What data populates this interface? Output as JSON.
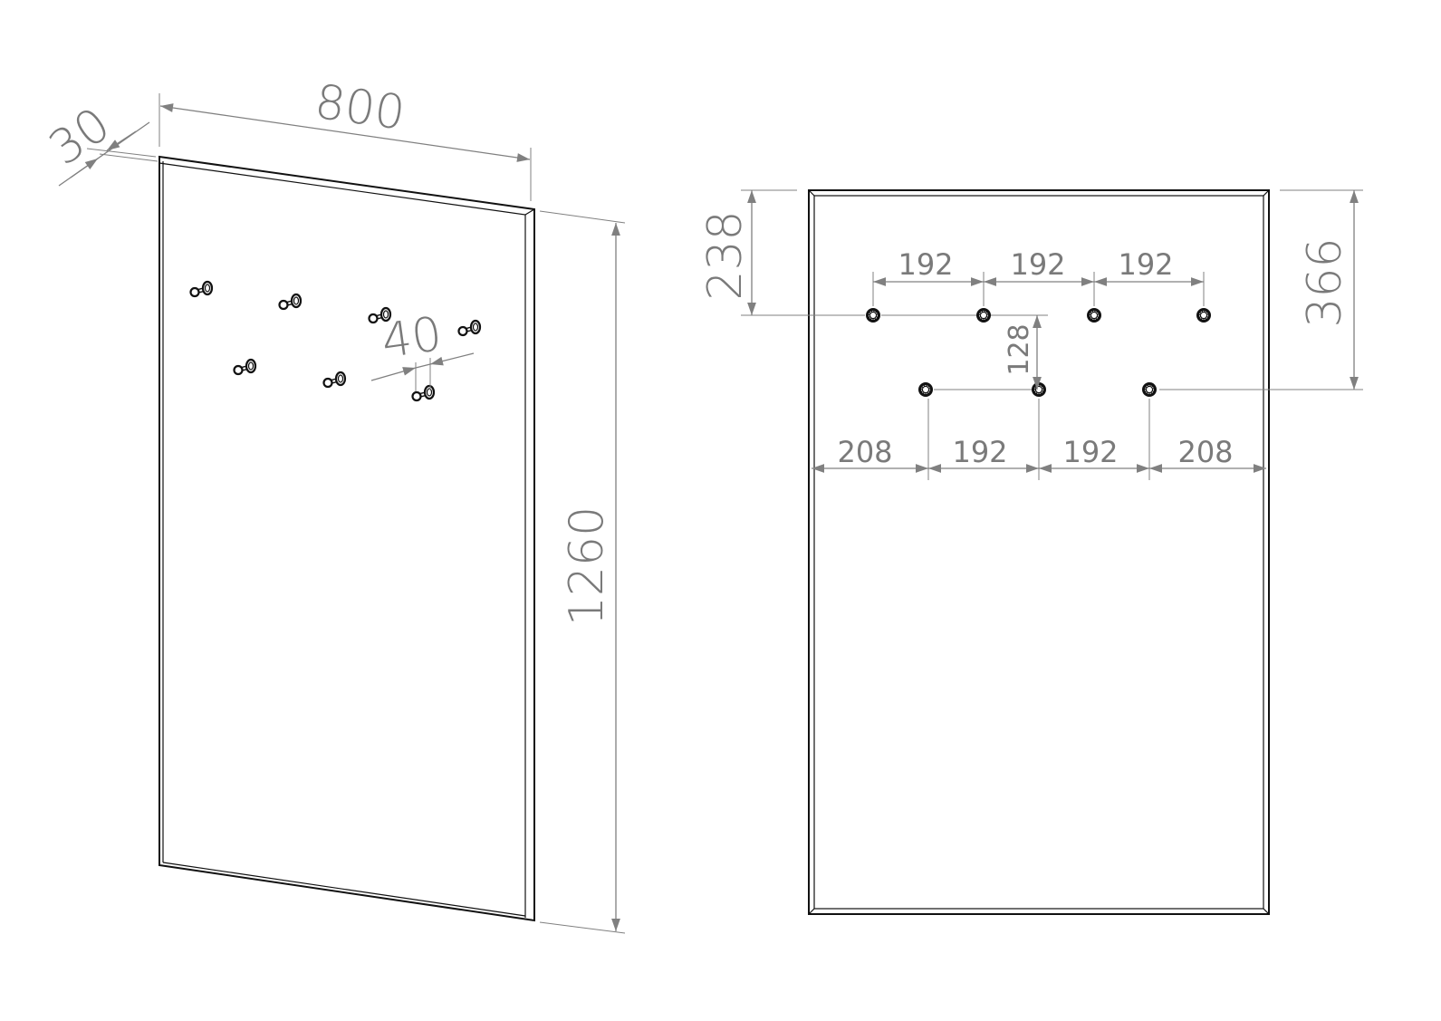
{
  "perspective_view": {
    "width_label": "800",
    "depth_label": "30",
    "height_label": "1260",
    "hook_diameter_label": "40",
    "hook_count": 7
  },
  "front_view": {
    "top_offset_label": "238",
    "lower_row_offset_label": "366",
    "row_gap_label": "128",
    "top_row_spacing_labels": [
      "192",
      "192",
      "192"
    ],
    "bottom_row_spacing_labels": [
      "208",
      "192",
      "192",
      "208"
    ],
    "top_row_hole_count": 4,
    "bottom_row_hole_count": 3
  },
  "colors": {
    "dimension": "#808080",
    "outline": "#111111"
  }
}
